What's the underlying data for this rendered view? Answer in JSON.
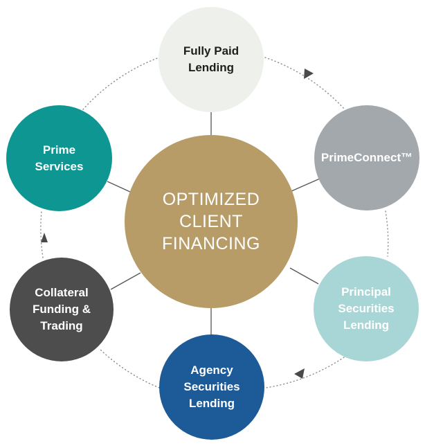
{
  "center": {
    "lines": [
      "OPTIMIZED",
      "CLIENT",
      "FINANCING"
    ],
    "color": "#b89c68",
    "text_color": "#ffffff"
  },
  "nodes": [
    {
      "id": "fully_paid_lending",
      "lines": [
        "Fully Paid",
        "Lending"
      ],
      "color": "#eef0ec",
      "text_color": "#1f1f1f"
    },
    {
      "id": "primeconnect",
      "lines": [
        "PrimeConnect™"
      ],
      "color": "#a2a8ac",
      "text_color": "#ffffff"
    },
    {
      "id": "principal_securities_lending",
      "lines": [
        "Principal",
        "Securities",
        "Lending"
      ],
      "color": "#a8d5d5",
      "text_color": "#ffffff"
    },
    {
      "id": "agency_securities_lending",
      "lines": [
        "Agency",
        "Securities",
        "Lending"
      ],
      "color": "#1d5a98",
      "text_color": "#ffffff"
    },
    {
      "id": "collateral_funding_trading",
      "lines": [
        "Collateral",
        "Funding &",
        "Trading"
      ],
      "color": "#4d4d4d",
      "text_color": "#ffffff"
    },
    {
      "id": "prime_services",
      "lines": [
        "Prime",
        "Services"
      ],
      "color": "#0e9692",
      "text_color": "#ffffff"
    }
  ],
  "style": {
    "spoke_color": "#555555",
    "ring_color": "#8a8a8a",
    "arrow_color": "#4a4a4a"
  }
}
